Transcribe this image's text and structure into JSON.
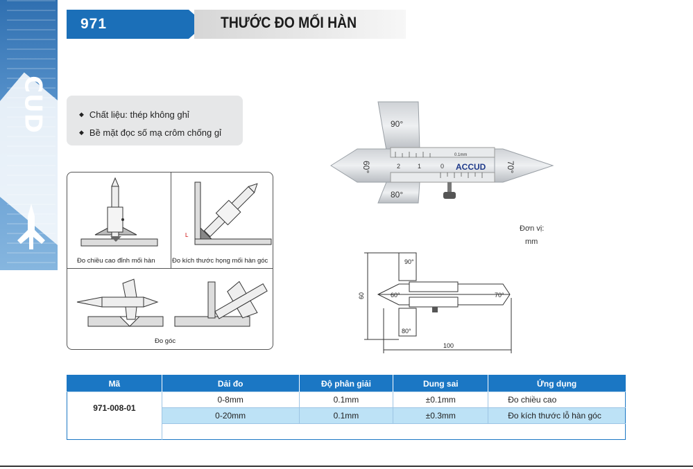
{
  "header": {
    "code": "971",
    "title": "THƯỚC ĐO MỐI HÀN",
    "code_tab_color": "#1b6fb8",
    "brand_logo": "ACCUD"
  },
  "features": [
    "Chất liệu: thép không ghỉ",
    "Bề mặt đọc số mạ crôm chống gỉ"
  ],
  "usage": {
    "captions": [
      "Đo chiều cao đỉnh mối hàn",
      "Đo kích thước họng mối hàn góc",
      "Đo góc"
    ],
    "small_labels": [
      "L"
    ]
  },
  "product": {
    "angle_90": "90°",
    "angle_60": "60°",
    "angle_70": "70°",
    "angle_80": "80°",
    "brand": "ACCUD",
    "scale_note": "0.1mm",
    "scale_nums": [
      "2",
      "1",
      "0"
    ]
  },
  "unit": {
    "label": "Đơn vị:",
    "value": "mm"
  },
  "diagram": {
    "angle_90": "90°",
    "angle_60": "60°",
    "angle_70": "70°",
    "angle_80": "80°",
    "height_dim": "60",
    "width_dim": "100"
  },
  "table": {
    "headers": [
      "Mã",
      "Dải đo",
      "Độ phân giải",
      "Dung sai",
      "Ứng dụng"
    ],
    "code": "971-008-01",
    "rows": [
      {
        "range": "0-8mm",
        "resolution": "0.1mm",
        "tolerance": "±0.1mm",
        "application": "Đo chiều cao"
      },
      {
        "range": "0-20mm",
        "resolution": "0.1mm",
        "tolerance": "±0.3mm",
        "application": "Đo kích thước lỗ hàn góc"
      }
    ],
    "header_color": "#1b77c4",
    "alt_row_color": "#bde2f6"
  }
}
